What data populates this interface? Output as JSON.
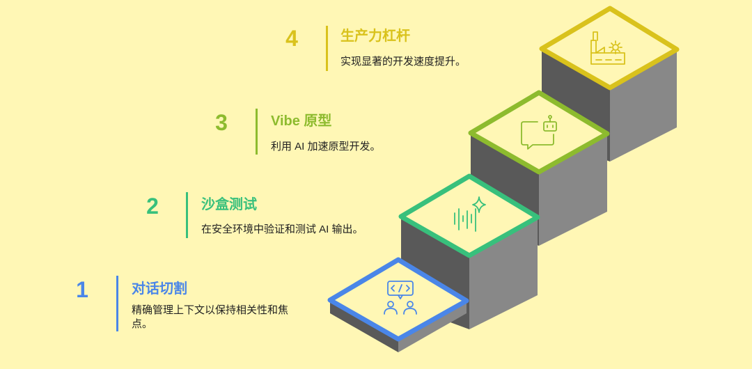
{
  "colors": {
    "background": "#fff7b5",
    "top_fill": "#fff7b5",
    "wall_front": "#595959",
    "wall_side": "#808080",
    "wall_light": "#9a9a9a"
  },
  "steps": [
    {
      "number": "1",
      "title": "对话切割",
      "description": "精确管理上下文以保持相关性和焦点。",
      "color": "#4a86e8",
      "icon": "code-chat-people-icon"
    },
    {
      "number": "2",
      "title": "沙盒测试",
      "description": "在安全环境中验证和测试 AI 输出。",
      "color": "#38c07c",
      "icon": "sound-sparkle-icon"
    },
    {
      "number": "3",
      "title": "Vibe 原型",
      "description": "利用 AI 加速原型开发。",
      "color": "#8dbb2e",
      "icon": "robot-chat-icon"
    },
    {
      "number": "4",
      "title": "生产力杠杆",
      "description": "实现显著的开发速度提升。",
      "color": "#d9c21c",
      "icon": "factory-gear-icon"
    }
  ]
}
